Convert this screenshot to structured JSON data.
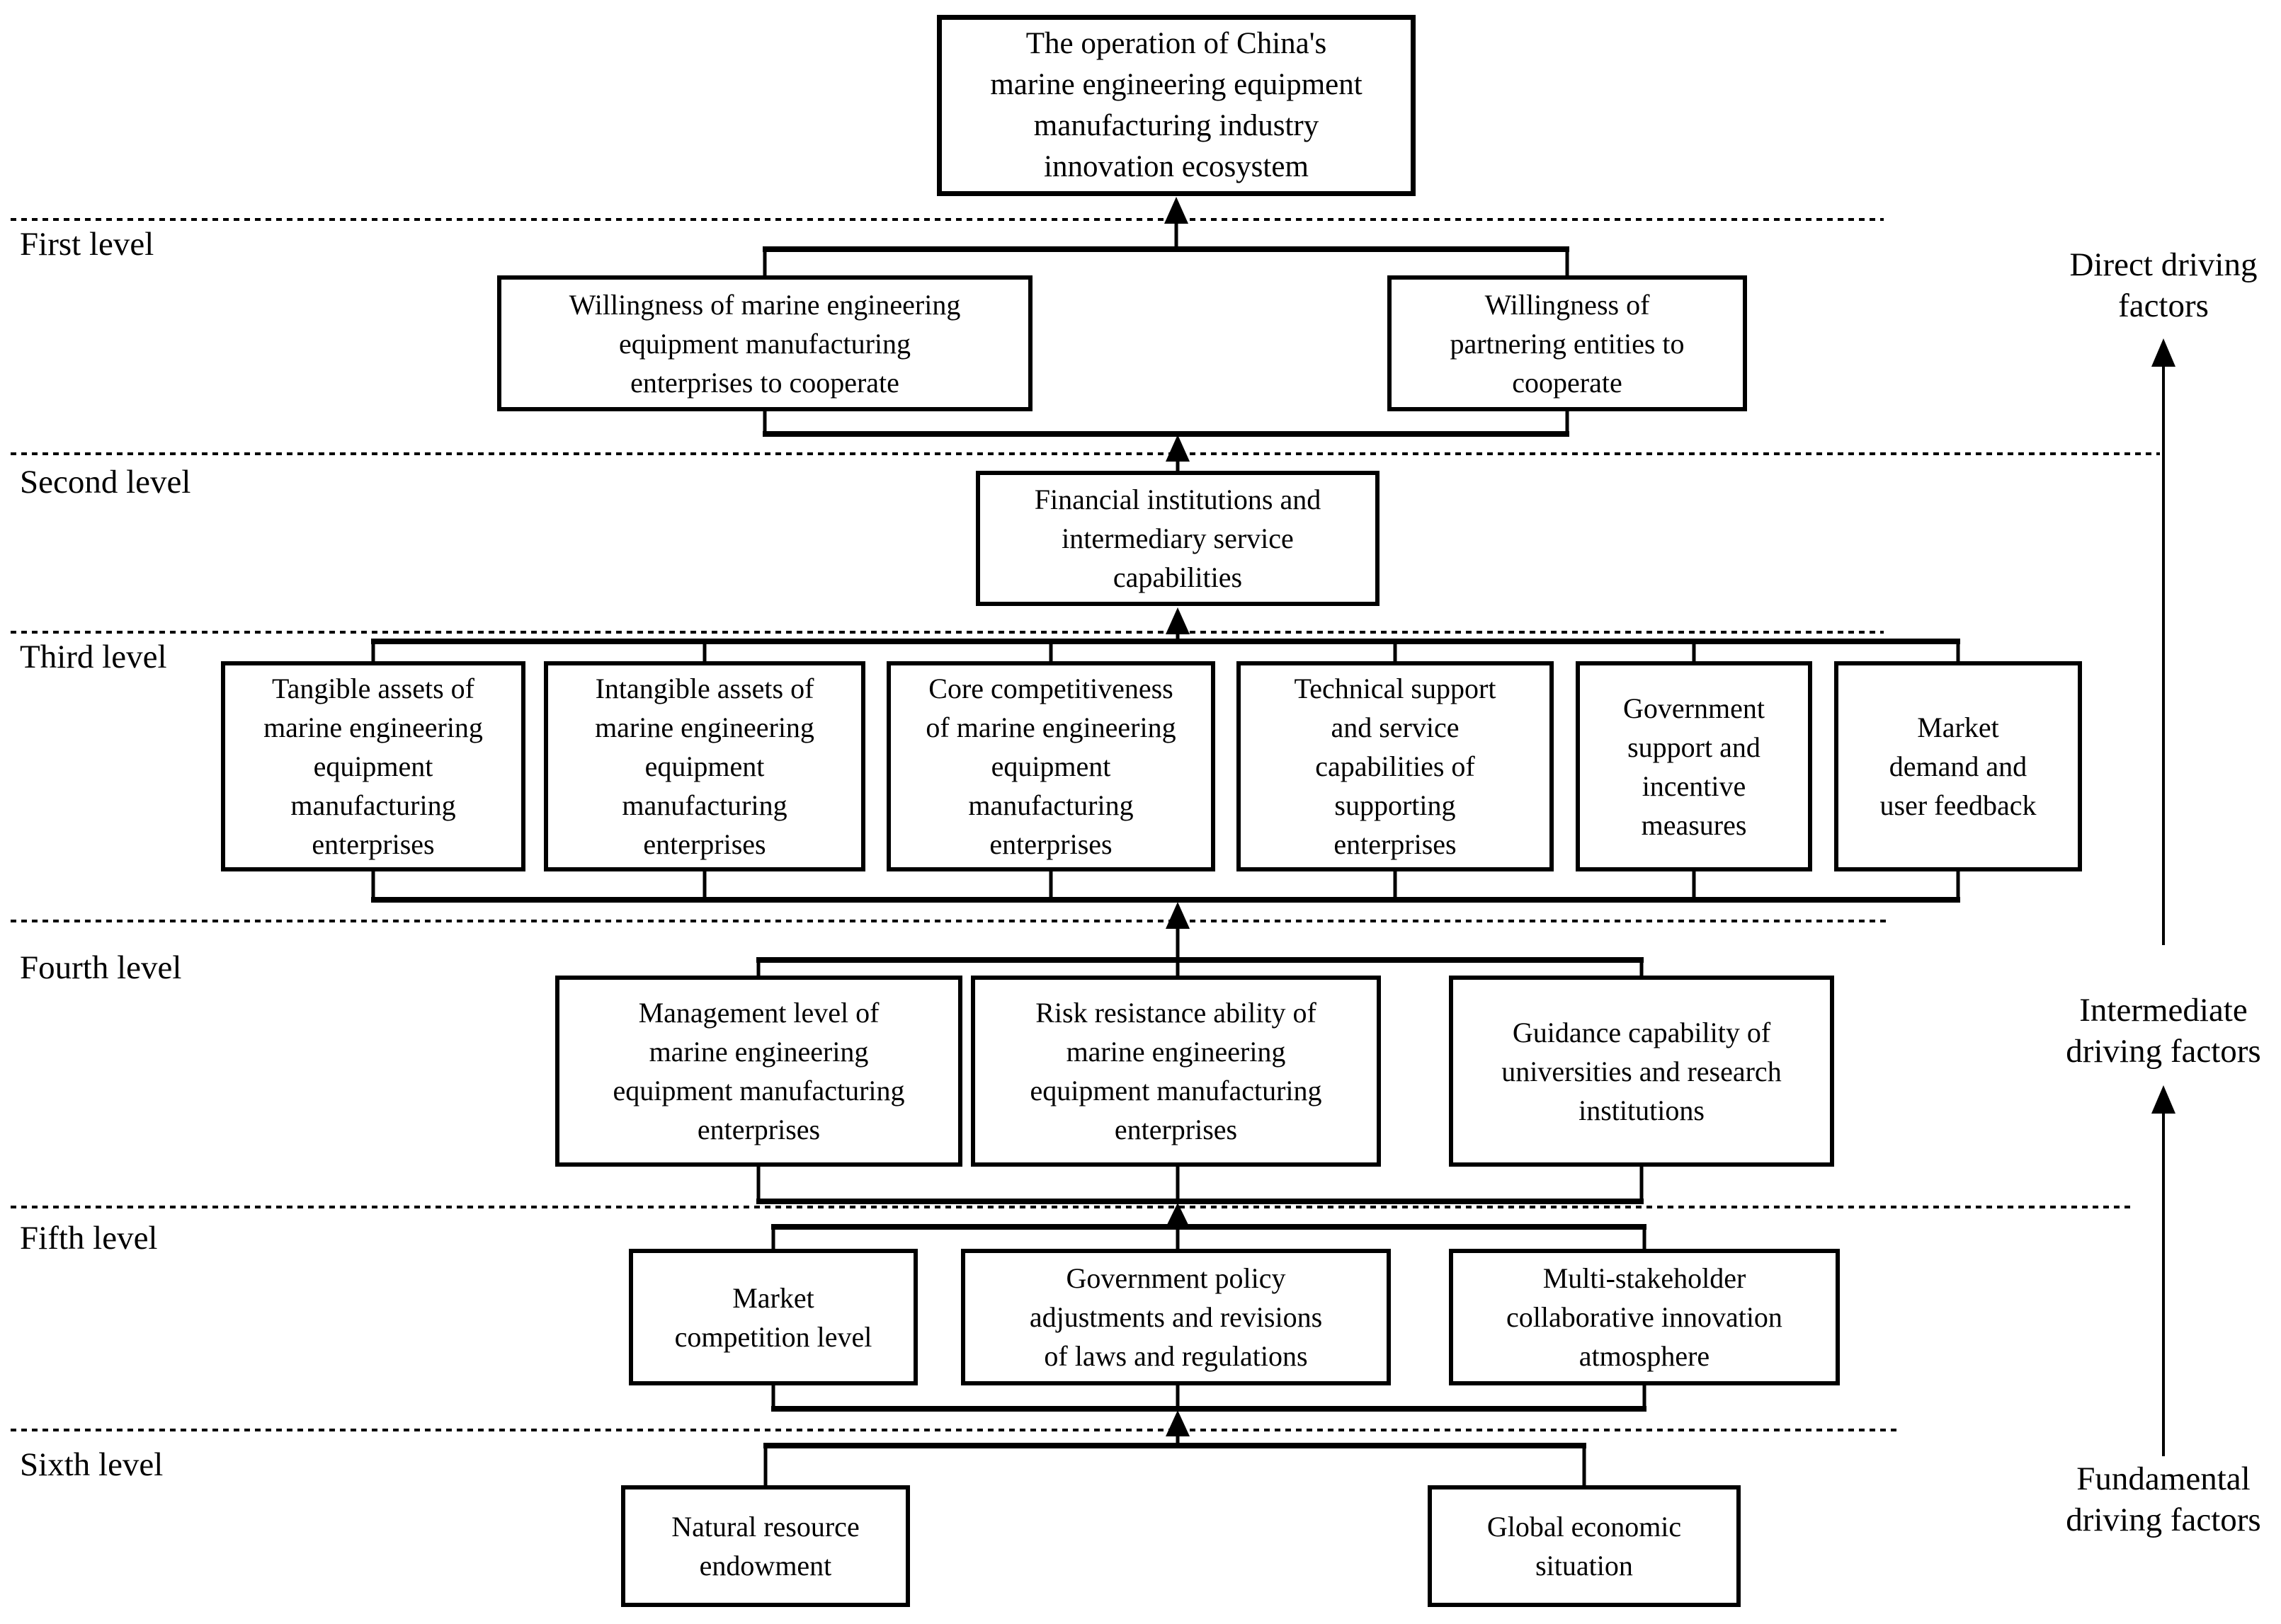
{
  "colors": {
    "line": "#000000",
    "background": "#ffffff",
    "text": "#000000"
  },
  "root_box": {
    "text": "The operation of China's\nmarine engineering equipment\nmanufacturing industry\ninnovation ecosystem"
  },
  "levels": [
    {
      "label": "First level",
      "boxes": [
        {
          "text": "Willingness of marine engineering\nequipment manufacturing\nenterprises to cooperate"
        },
        {
          "text": "Willingness of\npartnering entities to\ncooperate"
        }
      ]
    },
    {
      "label": "Second level",
      "boxes": [
        {
          "text": "Financial institutions and\nintermediary service\ncapabilities"
        }
      ]
    },
    {
      "label": "Third level",
      "boxes": [
        {
          "text": "Tangible assets of\nmarine engineering\nequipment\nmanufacturing\nenterprises"
        },
        {
          "text": "Intangible assets of\nmarine engineering\nequipment\nmanufacturing\nenterprises"
        },
        {
          "text": "Core competitiveness\nof marine engineering\nequipment\nmanufacturing\nenterprises"
        },
        {
          "text": "Technical support\nand service\ncapabilities of\nsupporting\nenterprises"
        },
        {
          "text": "Government\nsupport and\nincentive\nmeasures"
        },
        {
          "text": "Market\ndemand and\nuser feedback"
        }
      ]
    },
    {
      "label": "Fourth level",
      "boxes": [
        {
          "text": "Management level of\nmarine engineering\nequipment manufacturing\nenterprises"
        },
        {
          "text": "Risk resistance ability of\nmarine engineering\nequipment manufacturing\nenterprises"
        },
        {
          "text": "Guidance capability of\nuniversities and research\ninstitutions"
        }
      ]
    },
    {
      "label": "Fifth level",
      "boxes": [
        {
          "text": "Market\ncompetition level"
        },
        {
          "text": "Government policy\nadjustments and revisions\nof laws and regulations"
        },
        {
          "text": "Multi-stakeholder\ncollaborative innovation\natmosphere"
        }
      ]
    },
    {
      "label": "Sixth level",
      "boxes": [
        {
          "text": "Natural resource\nendowment"
        },
        {
          "text": "Global economic\nsituation"
        }
      ]
    }
  ],
  "driving_factors": [
    {
      "label": "Direct driving\nfactors"
    },
    {
      "label": "Intermediate\ndriving factors"
    },
    {
      "label": "Fundamental\ndriving factors"
    }
  ]
}
